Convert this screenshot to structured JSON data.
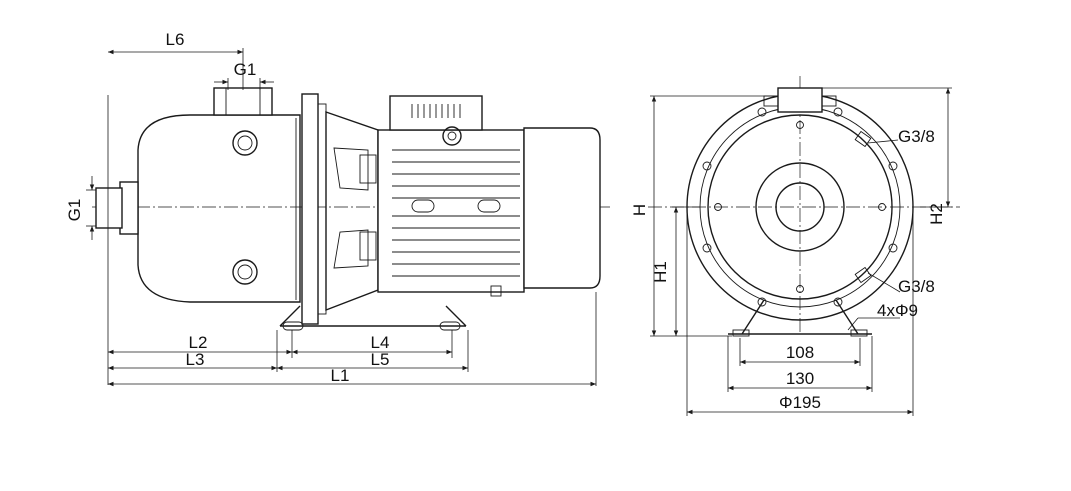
{
  "side_view": {
    "labels": {
      "L6": "L6",
      "G1_top": "G1",
      "G1_left": "G1",
      "L2": "L2",
      "L3": "L3",
      "L4": "L4",
      "L5": "L5",
      "L1": "L1"
    }
  },
  "front_view": {
    "labels": {
      "H": "H",
      "H1": "H1",
      "H2": "H2",
      "G3_8_top": "G3/8",
      "G3_8_bottom": "G3/8",
      "holes": "4xΦ9",
      "d108": "108",
      "d130": "130",
      "d195": "Φ195"
    }
  }
}
